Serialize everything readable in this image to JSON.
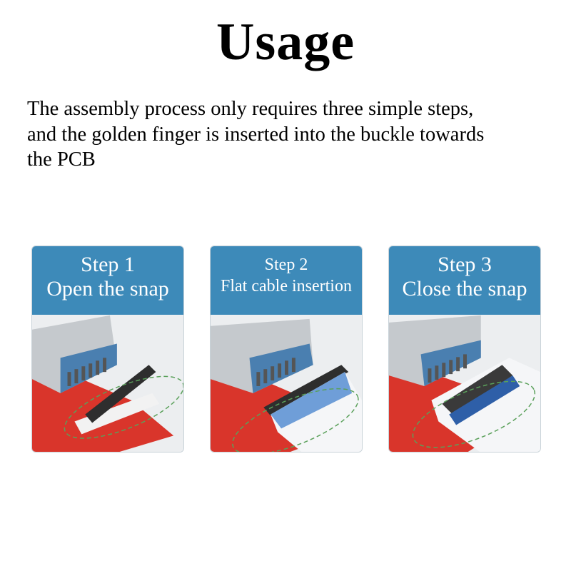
{
  "title": "Usage",
  "description": "The assembly process only requires three simple steps,\nand the golden finger is inserted into the buckle towards\n the PCB",
  "steps": [
    {
      "step": "Step 1",
      "action": "Open the snap",
      "image": "connector-open-snap"
    },
    {
      "step": "Step 2",
      "action": "Flat cable insertion",
      "image": "flat-cable-inserted"
    },
    {
      "step": "Step 3",
      "action": "Close the snap",
      "image": "connector-closed-snap"
    }
  ],
  "colors": {
    "header": "#3d8ab9",
    "pcb": "#d9352b",
    "highlight_ring": "#5aa05a"
  }
}
